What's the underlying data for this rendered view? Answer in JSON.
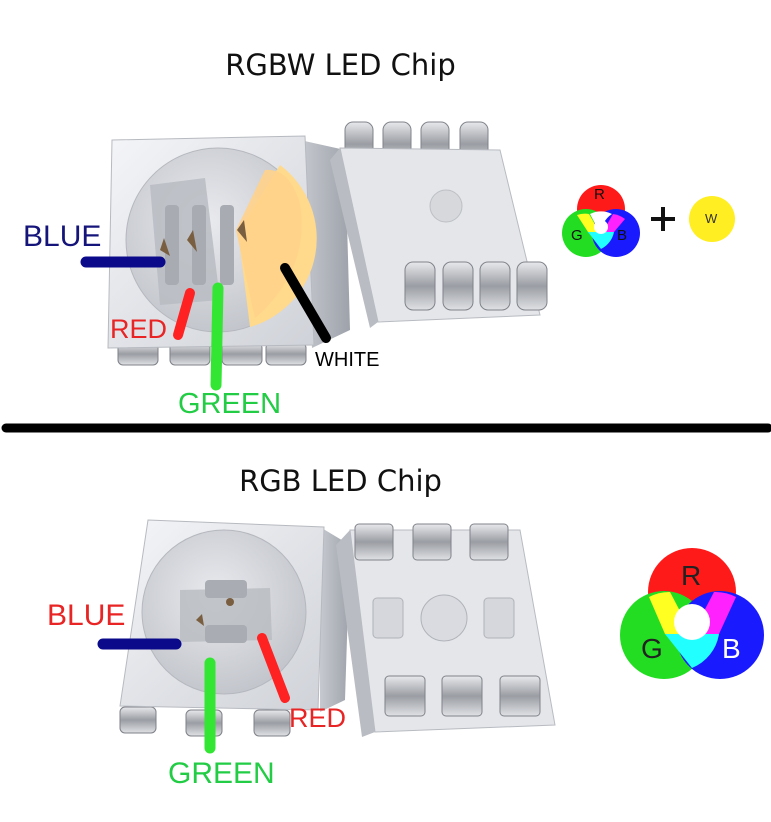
{
  "top": {
    "title": "RGBW LED Chip",
    "labels": {
      "blue": "BLUE",
      "red": "RED",
      "green": "GREEN",
      "white": "WHITE"
    },
    "badge": {
      "r": "R",
      "g": "G",
      "b": "B",
      "plus": "+",
      "w": "W"
    }
  },
  "bottom": {
    "title": "RGB LED Chip",
    "labels": {
      "blue": "BLUE",
      "red": "RED",
      "green": "GREEN"
    },
    "badge": {
      "r": "R",
      "g": "G",
      "b": "B"
    }
  },
  "colors": {
    "blue_wire": "#0a0a8a",
    "red_wire": "#ff2222",
    "green_wire": "#33e633",
    "white_wire": "#000000",
    "label_blue_top": "#14147a",
    "label_red": "#e82424",
    "label_green": "#22cc44",
    "warm_white": "#ffd98c"
  }
}
